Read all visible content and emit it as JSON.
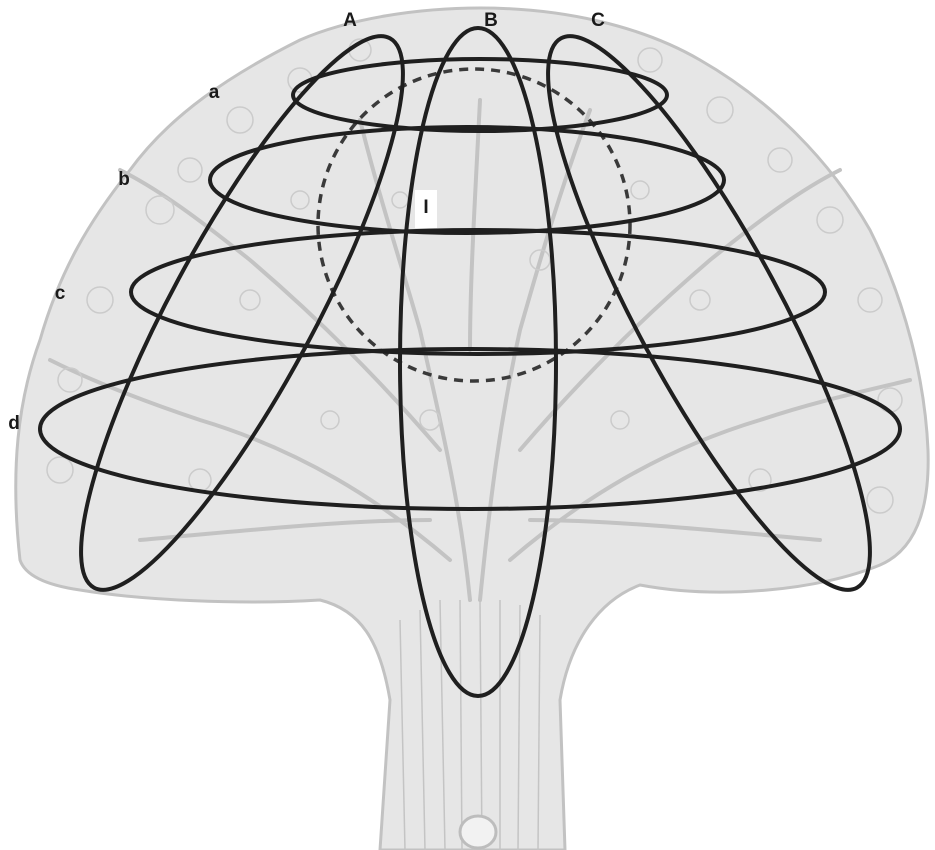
{
  "diagram": {
    "vertical_ellipses": [
      {
        "label": "A"
      },
      {
        "label": "B"
      },
      {
        "label": "C"
      }
    ],
    "horizontal_ellipses": [
      {
        "label": "a"
      },
      {
        "label": "b"
      },
      {
        "label": "c"
      },
      {
        "label": "d"
      }
    ],
    "center_circle": {
      "label": "I",
      "style": "dashed"
    },
    "background": {
      "subject": "tree-crown-illustration",
      "color": "#cfcfcf"
    },
    "colors": {
      "ellipse_stroke": "#1f1f1f",
      "dashed_circle_stroke": "#3a3a3a",
      "background_ink": "#c8c8c8",
      "label_text": "#1a1a1a"
    }
  }
}
